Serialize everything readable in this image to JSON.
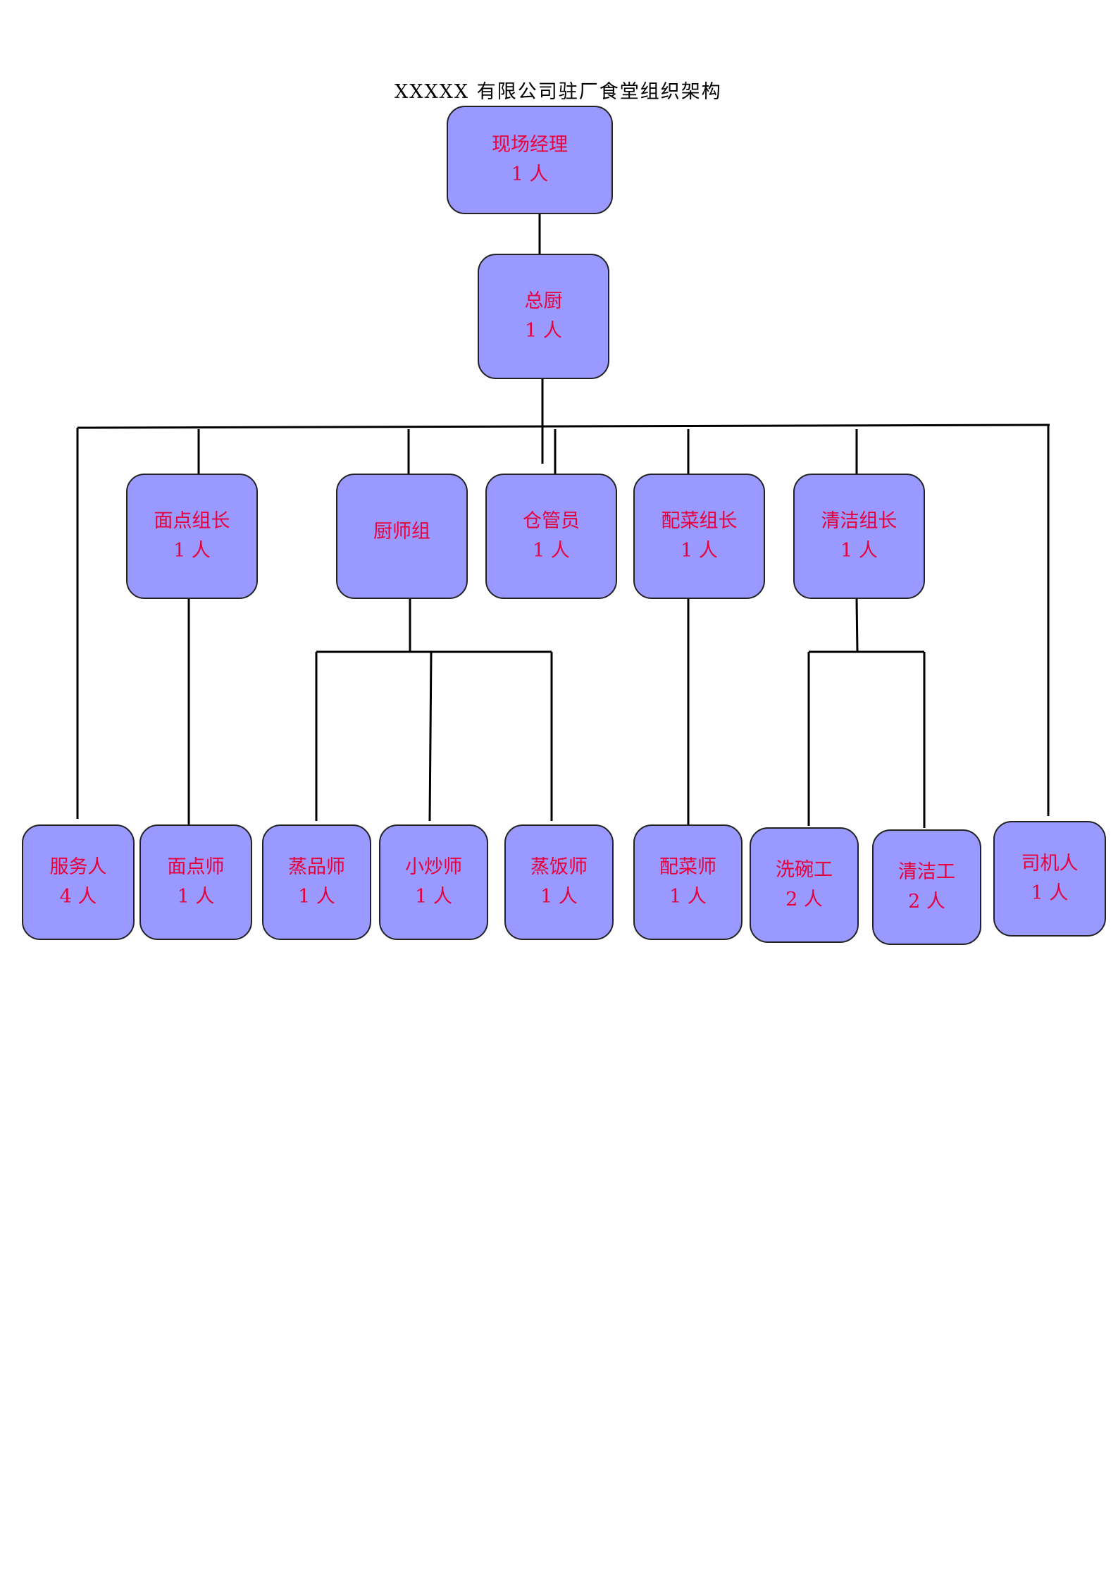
{
  "title": "XXXXX 有限公司驻厂食堂组织架构",
  "nodes": {
    "manager": {
      "role": "现场经理",
      "count": "1 人"
    },
    "head_chef": {
      "role": "总厨",
      "count": "1 人"
    },
    "pastry_lead": {
      "role": "面点组长",
      "count": "1 人"
    },
    "chef_group": {
      "role": "厨师组",
      "count": ""
    },
    "warehouse": {
      "role": "仓管员",
      "count": "1 人"
    },
    "prep_lead": {
      "role": "配菜组长",
      "count": "1 人"
    },
    "cleaning_lead": {
      "role": "清洁组长",
      "count": "1 人"
    },
    "service": {
      "role": "服务人",
      "count": "4 人"
    },
    "pastry_chef": {
      "role": "面点师",
      "count": "1 人"
    },
    "steam_chef": {
      "role": "蒸品师",
      "count": "1 人"
    },
    "wok_chef": {
      "role": "小炒师",
      "count": "1 人"
    },
    "rice_chef": {
      "role": "蒸饭师",
      "count": "1 人"
    },
    "prep_cook": {
      "role": "配菜师",
      "count": "1 人"
    },
    "dishwasher": {
      "role": "洗碗工",
      "count": "2 人"
    },
    "cleaner": {
      "role": "清洁工",
      "count": "2 人"
    },
    "driver": {
      "role": "司机人",
      "count": "1 人"
    }
  },
  "colors": {
    "node_fill": "#9999ff",
    "node_text": "#e8003c",
    "line": "#000000"
  }
}
